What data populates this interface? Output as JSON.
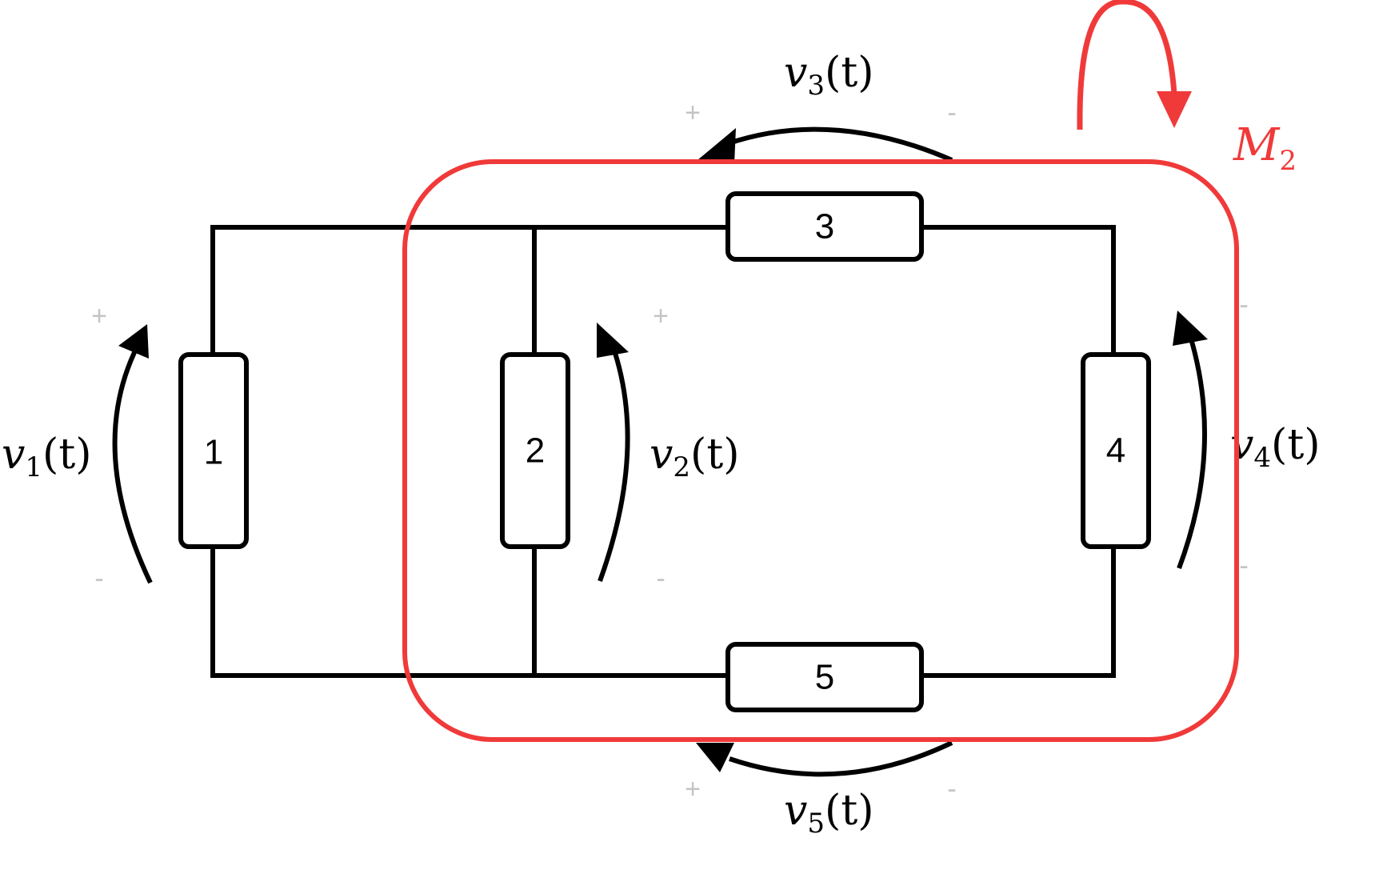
{
  "components": [
    {
      "id": "1",
      "label": "1"
    },
    {
      "id": "2",
      "label": "2"
    },
    {
      "id": "3",
      "label": "3"
    },
    {
      "id": "4",
      "label": "4"
    },
    {
      "id": "5",
      "label": "5"
    }
  ],
  "voltages": {
    "v1": {
      "base": "v",
      "sub": "1",
      "arg": "(t)"
    },
    "v2": {
      "base": "v",
      "sub": "2",
      "arg": "(t)"
    },
    "v3": {
      "base": "v",
      "sub": "3",
      "arg": "(t)"
    },
    "v4": {
      "base": "v",
      "sub": "4",
      "arg": "(t)"
    },
    "v5": {
      "base": "v",
      "sub": "5",
      "arg": "(t)"
    }
  },
  "signs": {
    "plus": "+",
    "minus": "-"
  },
  "mesh": {
    "base": "M",
    "sub": "2",
    "color": "#f03a3a"
  }
}
